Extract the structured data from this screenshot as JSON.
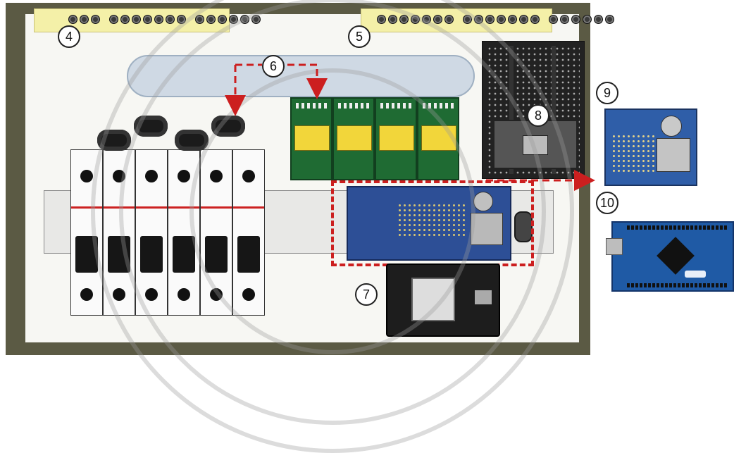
{
  "callouts": {
    "c4": "4",
    "c5": "5",
    "c6": "6",
    "c7": "7",
    "c8": "8",
    "c9": "9",
    "c10": "10"
  },
  "colors": {
    "panel_frame": "#5b5a44",
    "dashed_outline": "#cc1f1f",
    "terminal_strip": "#f4f0a8",
    "duct": "#cfd9e4"
  }
}
